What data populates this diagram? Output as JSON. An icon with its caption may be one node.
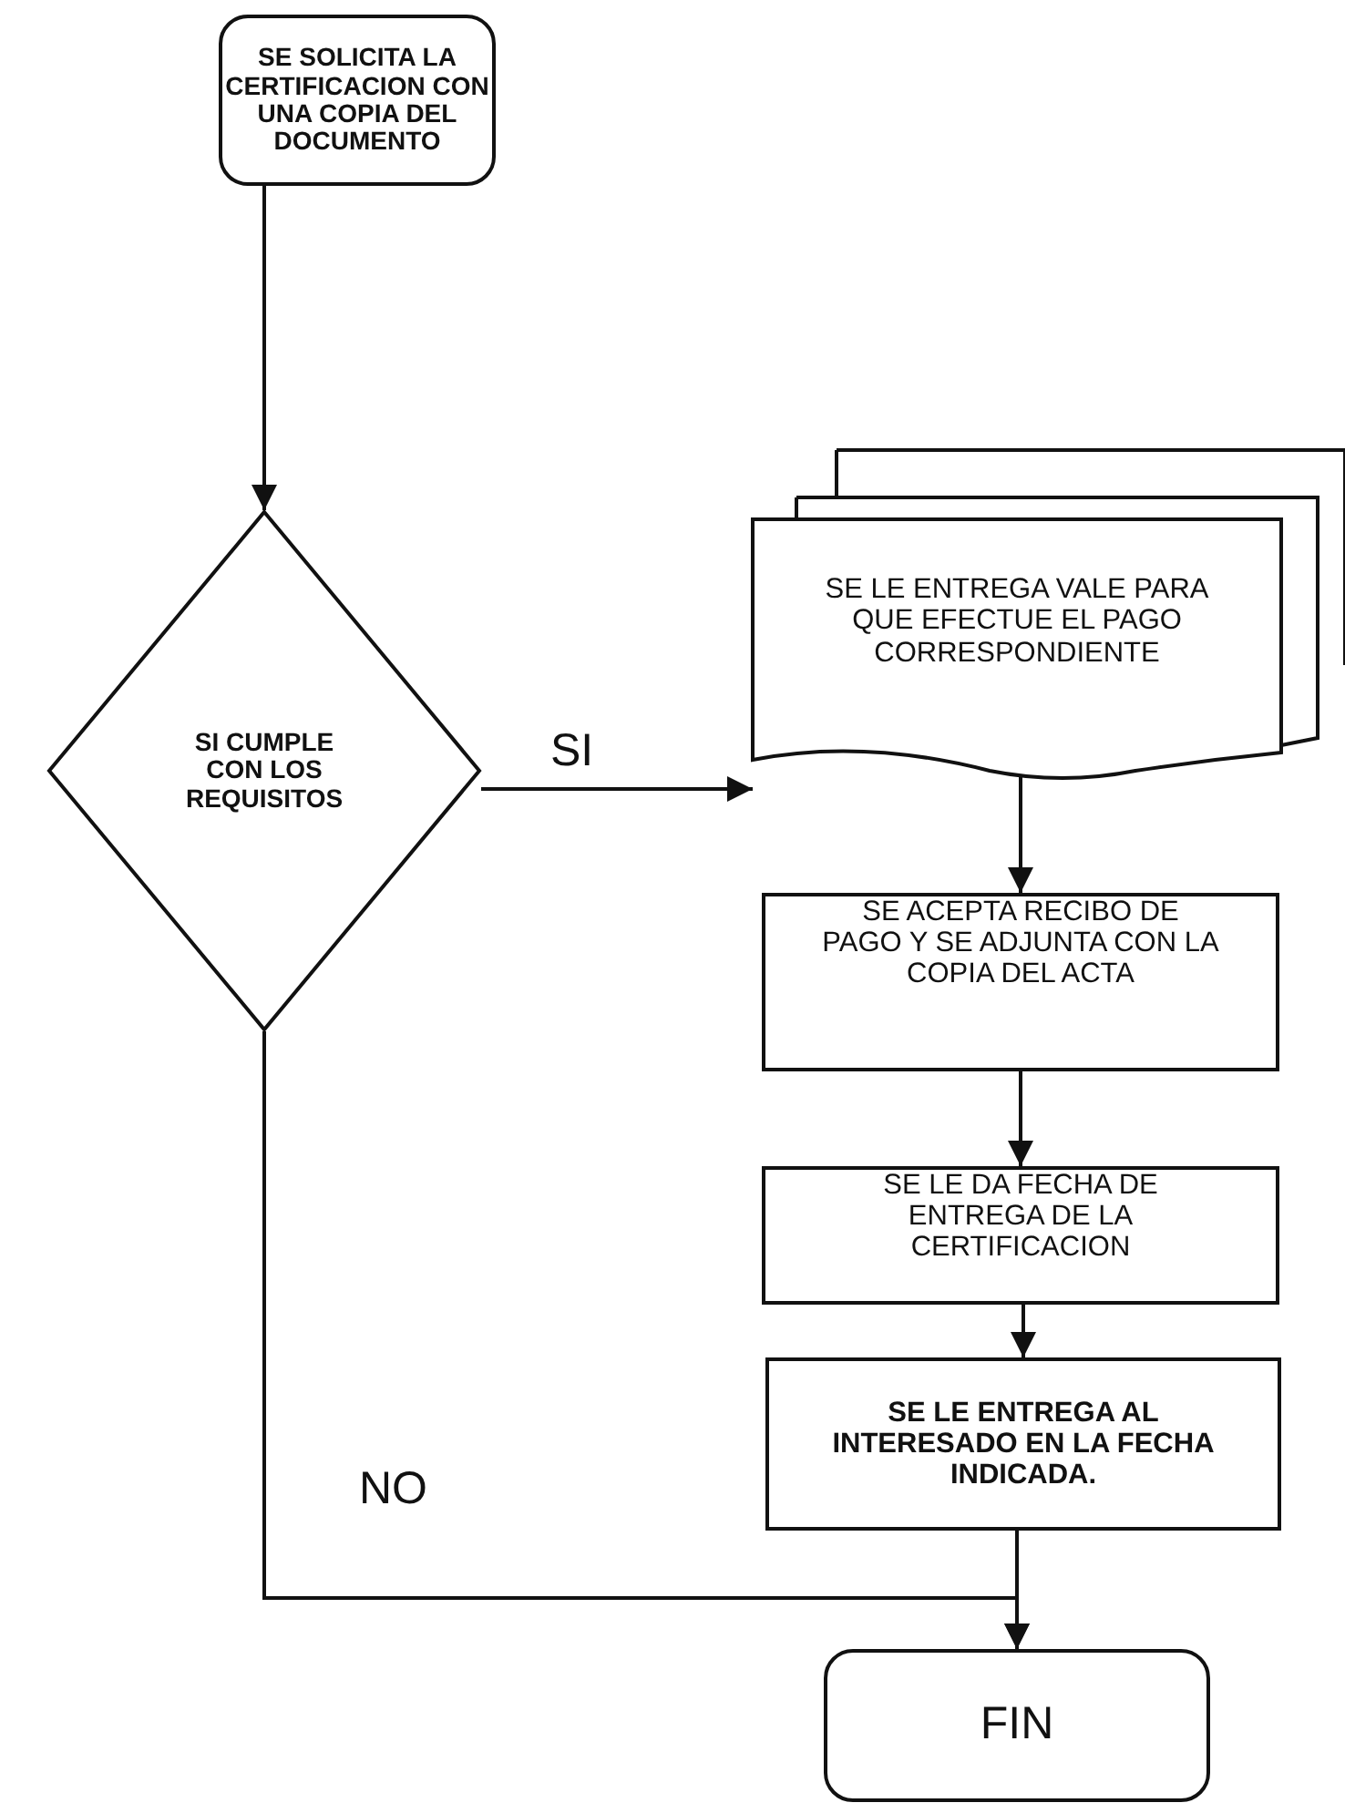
{
  "diagram": {
    "nodes": [
      {
        "text": [
          "SE SOLICITA LA CERTIFICACION CON UNA COPIA DEL DOCUMENTO"
        ]
      },
      {
        "text": [
          "SI CUMPLE CON LOS REQUISITOS"
        ]
      },
      {
        "text": [
          "SE LE ENTREGA VALE PARA QUE EFECTUE EL PAGO CORRESPONDIENTE"
        ]
      },
      {
        "text": [
          "SE ACEPTA RECIBO DE PAGO Y SE ADJUNTA CON LA COPIA DEL ACTA"
        ]
      },
      {
        "text": [
          "SE LE DA FECHA DE ENTREGA DE LA CERTIFICACION"
        ]
      },
      {
        "text": [
          "SE LE ENTREGA AL INTERESADO EN LA FECHA INDICADA."
        ]
      },
      {
        "text": [
          "FIN"
        ]
      }
    ],
    "edges": [
      {
        "from": 0,
        "to": 1,
        "arrow": "to"
      },
      {
        "from": 1,
        "to": 2,
        "arrow": "to",
        "label": "SI"
      },
      {
        "from": 2,
        "to": 3,
        "arrow": "to"
      },
      {
        "from": 3,
        "to": 4,
        "arrow": "to"
      },
      {
        "from": 4,
        "to": 5,
        "arrow": "to"
      },
      {
        "from": 5,
        "to": 6,
        "arrow": "to"
      },
      {
        "from": 1,
        "to": 6,
        "arrow": "to",
        "label": "NO"
      }
    ]
  }
}
